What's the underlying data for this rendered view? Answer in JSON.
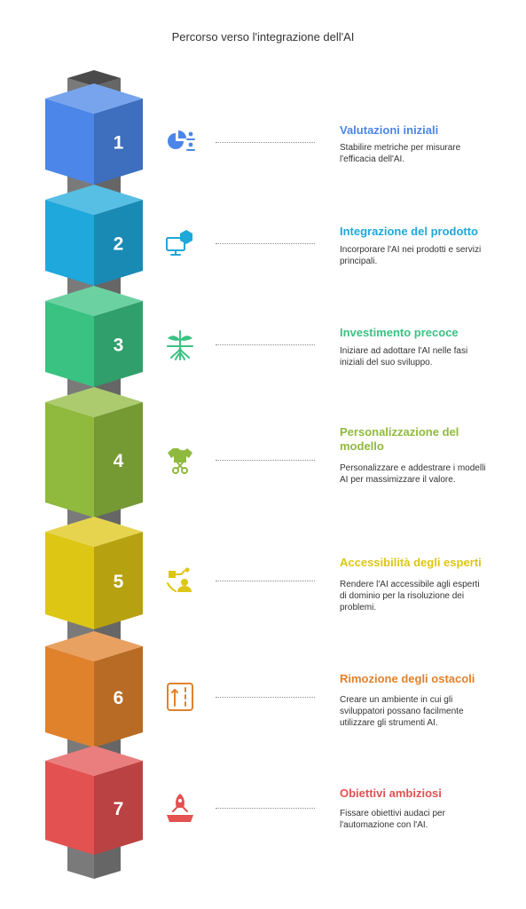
{
  "title": "Percorso verso l'integrazione dell'AI",
  "steps": [
    {
      "number": "1",
      "color": "#4b86e8",
      "icon": "pie-chart-people-icon",
      "title": "Valutazioni iniziali",
      "description": "Stabilire metriche per misurare l'efficacia dell'AI."
    },
    {
      "number": "2",
      "color": "#1fa8db",
      "icon": "monitor-cube-icon",
      "title": "Integrazione del prodotto",
      "description": "Incorporare l'AI nei prodotti e servizi principali."
    },
    {
      "number": "3",
      "color": "#3ac282",
      "icon": "sprout-roots-icon",
      "title": "Investimento precoce",
      "description": "Iniziare ad adottare l'AI nelle fasi iniziali del suo sviluppo."
    },
    {
      "number": "4",
      "color": "#8fba3e",
      "icon": "shirt-scissors-icon",
      "title": "Personalizzazione del modello",
      "description": "Personalizzare e addestrare i modelli AI per massimizzare il valore."
    },
    {
      "number": "5",
      "color": "#dec614",
      "icon": "expert-access-icon",
      "title": "Accessibilità degli esperti",
      "description": "Rendere l'AI accessibile agli esperti di dominio per la risoluzione dei problemi."
    },
    {
      "number": "6",
      "color": "#e0822c",
      "icon": "road-arrows-icon",
      "title": "Rimozione degli ostacoli",
      "description": "Creare un ambiente in cui gli sviluppatori possano facilmente utilizzare gli strumenti AI."
    },
    {
      "number": "7",
      "color": "#e35151",
      "icon": "rocket-launch-icon",
      "title": "Obiettivi ambiziosi",
      "description": "Fissare obiettivi audaci per l'automazione con l'AI."
    }
  ]
}
